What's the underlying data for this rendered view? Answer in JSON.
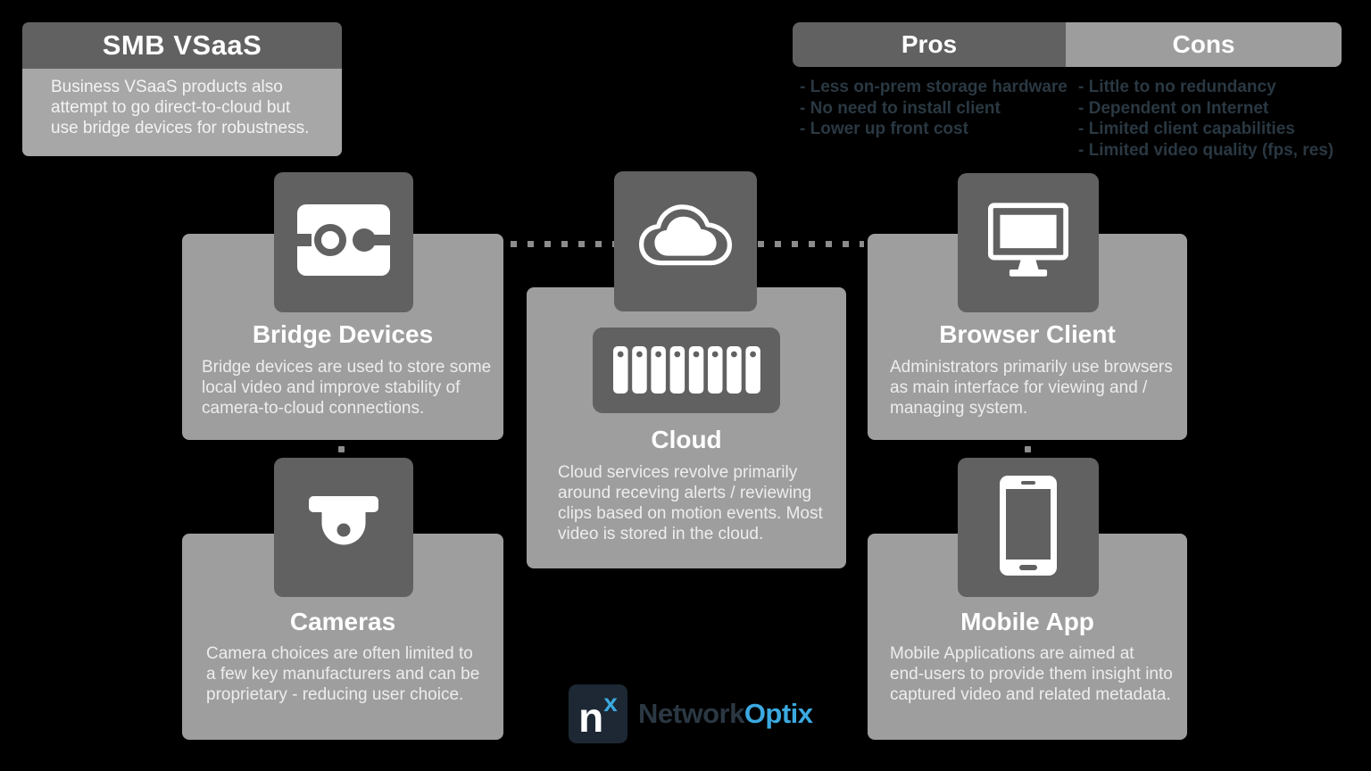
{
  "canvas": {
    "background": "#000000"
  },
  "palette": {
    "dark_gray": "#616161",
    "light_gray": "#9e9e9e",
    "intro_body_gray": "#a7a7a7",
    "dot_gray": "#8c8c8c",
    "list_text": "#2a3842",
    "logo_navy": "#1d2834",
    "logo_blue": "#3aa9e0",
    "logo_dark_text": "#2b3843",
    "white": "#ffffff"
  },
  "intro_card": {
    "title": "SMB VSaaS",
    "body": "Business VSaaS products also\nattempt to go direct-to-cloud but\nuse bridge devices for robustness."
  },
  "pros_cons": {
    "pros_label": "Pros",
    "cons_label": "Cons",
    "pros_items": [
      "- Less on-prem storage hardware",
      "- No need to install client",
      "- Lower up front cost"
    ],
    "cons_items": [
      "- Little to no redundancy",
      "- Dependent on Internet",
      "- Limited client capabilities",
      "- Limited video quality (fps, res)"
    ]
  },
  "nodes": {
    "bridge_devices": {
      "title": "Bridge Devices",
      "body": "Bridge devices are used to store some\nlocal video and improve stability of\ncamera-to-cloud connections.",
      "icon": "bridge-connector-icon"
    },
    "cameras": {
      "title": "Cameras",
      "body": "Camera choices are often limited to\na few key manufacturers and can be\nproprietary - reducing user choice.",
      "icon": "dome-camera-icon"
    },
    "cloud": {
      "title": "Cloud",
      "body": "Cloud services revolve primarily\naround receving alerts / reviewing\nclips based on motion events. Most\nvideo is stored in the cloud.",
      "icon": "cloud-icon",
      "secondary_icon": "server-rack-icon"
    },
    "browser_client": {
      "title": "Browser Client",
      "body": "Administrators primarily use browsers\nas main interface for viewing and /\nmanaging system.",
      "icon": "desktop-monitor-icon"
    },
    "mobile_app": {
      "title": "Mobile App",
      "body": "Mobile Applications are aimed at\nend-users to provide them insight into\ncaptured video and related metadata.",
      "icon": "smartphone-icon"
    }
  },
  "logo": {
    "monogram_n": "n",
    "monogram_x": "x",
    "name_part1": "Network",
    "name_part2": "Optix"
  }
}
